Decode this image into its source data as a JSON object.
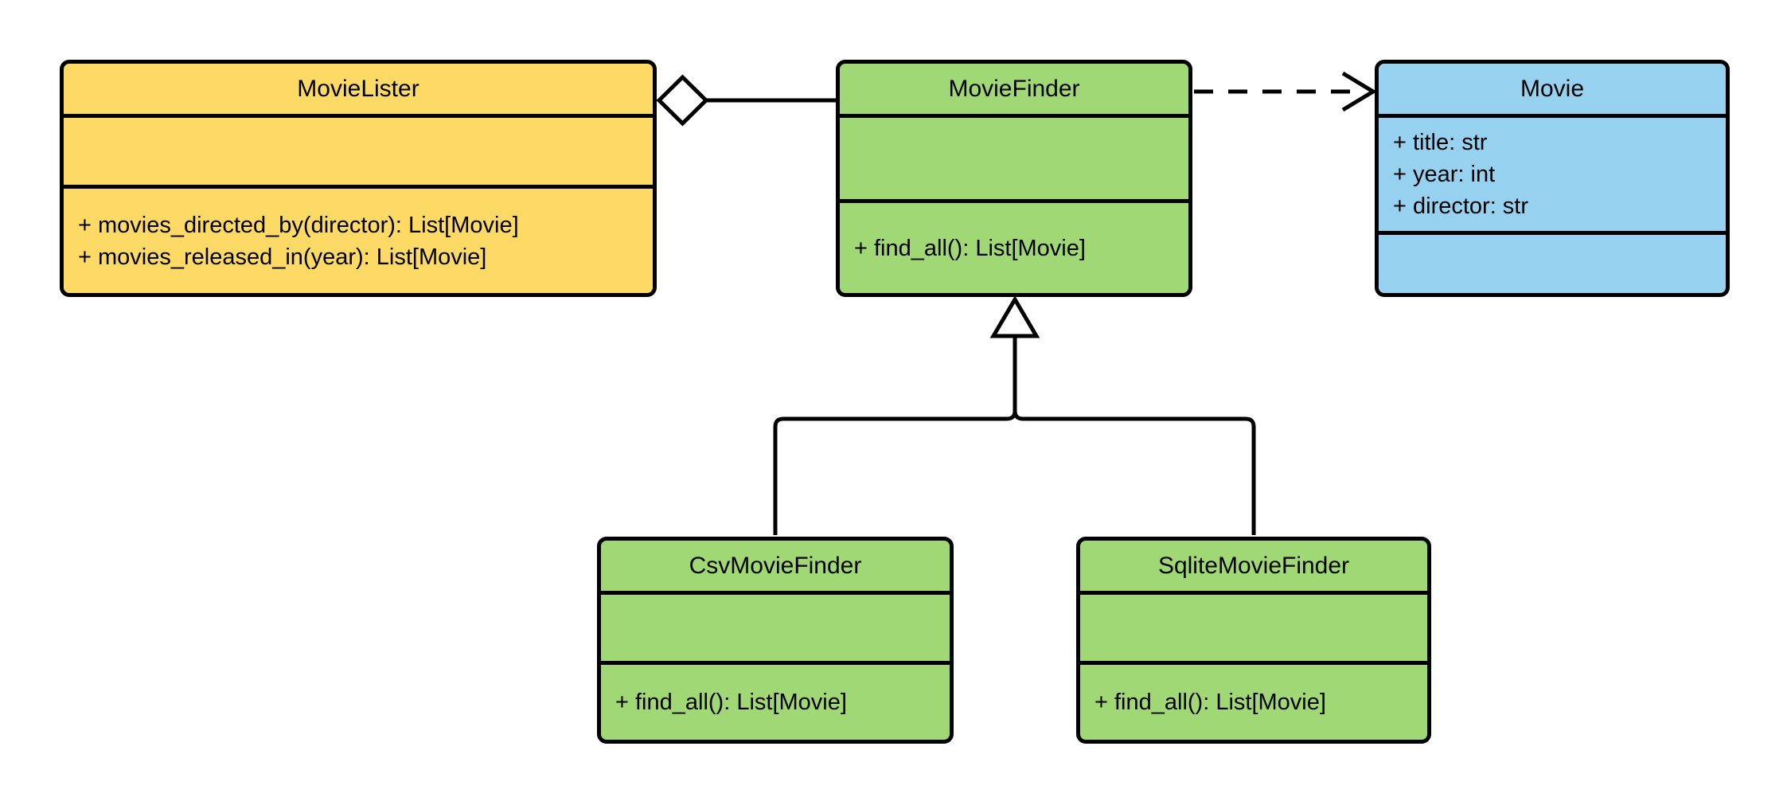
{
  "colors": {
    "movielister_fill": "#FDD965",
    "finder_fill": "#9FD874",
    "movie_fill": "#97D1F0",
    "stroke": "#000000",
    "background": "#FFFFFF"
  },
  "classes": {
    "movie_lister": {
      "name": "MovieLister",
      "attributes": [],
      "methods": [
        "+ movies_directed_by(director): List[Movie]",
        "+ movies_released_in(year): List[Movie]"
      ]
    },
    "movie_finder": {
      "name": "MovieFinder",
      "attributes": [],
      "methods": [
        "+ find_all(): List[Movie]"
      ]
    },
    "movie": {
      "name": "Movie",
      "attributes": [
        "+ title: str",
        "+ year: int",
        "+ director: str"
      ],
      "methods": []
    },
    "csv_movie_finder": {
      "name": "CsvMovieFinder",
      "attributes": [],
      "methods": [
        "+ find_all(): List[Movie]"
      ]
    },
    "sqlite_movie_finder": {
      "name": "SqliteMovieFinder",
      "attributes": [],
      "methods": [
        "+ find_all(): List[Movie]"
      ]
    }
  },
  "relationships": [
    {
      "type": "aggregation",
      "from": "MovieLister",
      "to": "MovieFinder"
    },
    {
      "type": "dependency",
      "from": "MovieFinder",
      "to": "Movie"
    },
    {
      "type": "inheritance",
      "from": "CsvMovieFinder",
      "to": "MovieFinder"
    },
    {
      "type": "inheritance",
      "from": "SqliteMovieFinder",
      "to": "MovieFinder"
    }
  ]
}
